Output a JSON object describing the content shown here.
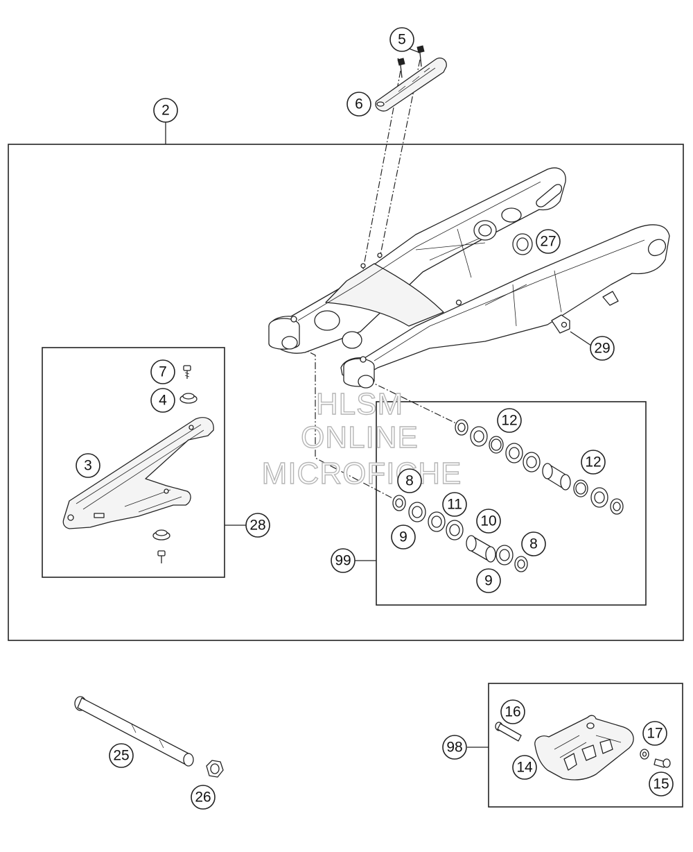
{
  "callouts": {
    "c2": "2",
    "c3": "3",
    "c4": "4",
    "c5": "5",
    "c6": "6",
    "c7": "7",
    "c8a": "8",
    "c8b": "8",
    "c9a": "9",
    "c9b": "9",
    "c10": "10",
    "c11": "11",
    "c12a": "12",
    "c12b": "12",
    "c14": "14",
    "c15": "15",
    "c16": "16",
    "c17": "17",
    "c25": "25",
    "c26": "26",
    "c27": "27",
    "c28": "28",
    "c29": "29",
    "c98": "98",
    "c99": "99"
  },
  "watermark": {
    "line1": "HLSM",
    "line2": "ONLINE",
    "line3": "MICROFICHE"
  }
}
